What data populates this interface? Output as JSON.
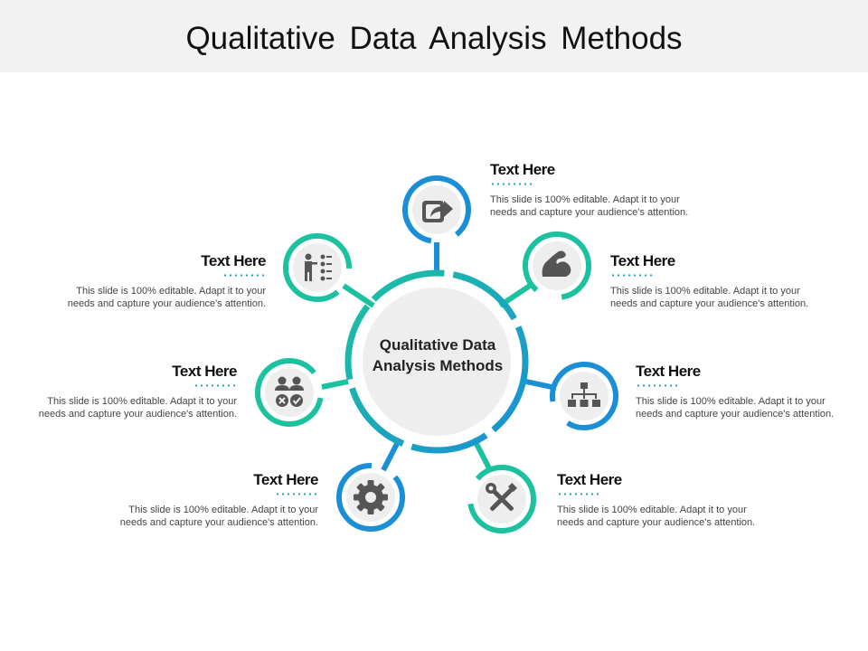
{
  "title": "Qualitative Data Analysis Methods",
  "center": {
    "line1": "Qualitative Data",
    "line2": "Analysis Methods"
  },
  "colors": {
    "teal": "#1cc2a0",
    "blue": "#1a8fd6",
    "icon": "#555555",
    "node_fill": "#eeeeee"
  },
  "items": [
    {
      "heading": "Text Here",
      "line1": "This slide is 100% editable. Adapt it to your",
      "line2": "needs and capture your audience's attention.",
      "icon": "share-arrow-icon"
    },
    {
      "heading": "Text Here",
      "line1": "This slide is 100% editable. Adapt it to your",
      "line2": "needs and capture your audience's attention.",
      "icon": "strength-arm-icon"
    },
    {
      "heading": "Text Here",
      "line1": "This slide is 100% editable. Adapt it to your",
      "line2": "needs and capture your audience's attention.",
      "icon": "hierarchy-icon"
    },
    {
      "heading": "Text Here",
      "line1": "This slide is 100% editable. Adapt it to your",
      "line2": "needs and capture your audience's attention.",
      "icon": "tools-icon"
    },
    {
      "heading": "Text Here",
      "line1": "This slide is 100% editable. Adapt it to your",
      "line2": "needs and capture your audience's attention.",
      "icon": "gear-icon"
    },
    {
      "heading": "Text Here",
      "line1": "This slide is 100% editable. Adapt it to your",
      "line2": "needs and capture your audience's attention.",
      "icon": "users-approval-icon"
    },
    {
      "heading": "Text Here",
      "line1": "This slide is 100% editable. Adapt it to your",
      "line2": "needs and capture your audience's attention.",
      "icon": "presenter-list-icon"
    }
  ]
}
